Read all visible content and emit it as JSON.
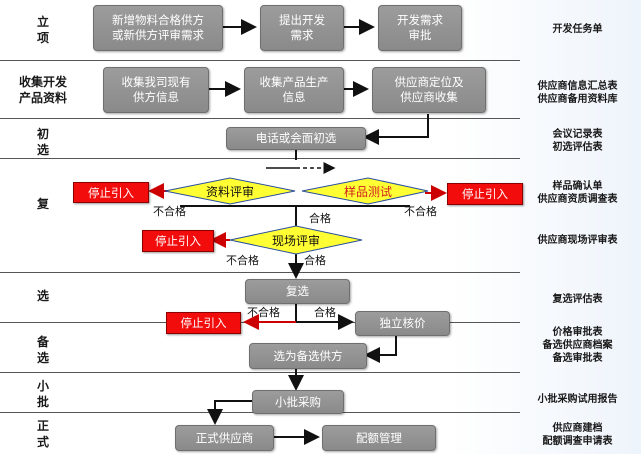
{
  "stages": {
    "s1": "立\n项",
    "s2": "收集开发\n产品资料",
    "s3": "初\n选",
    "s4": "复",
    "s5": "选",
    "s6": "备\n选",
    "s7": "小\n批",
    "s8": "正\n式"
  },
  "boxes": {
    "new_material": "新增物料合格供方\n或新供方评审需求",
    "propose": "提出开发\n需求",
    "approve": "开发需求\n审批",
    "collect_supplier": "收集我司现有\n供方信息",
    "collect_product": "收集产品生产\n信息",
    "position_supplier": "供应商定位及\n供应商收集",
    "prescreen": "电话或会面初选",
    "reselect": "复选",
    "price": "独立核价",
    "backup": "选为备选供方",
    "trial": "小批采购",
    "formal": "正式供应商",
    "quota": "配额管理"
  },
  "decisions": {
    "doc_review": "资料评审",
    "sample_test": "样品测试",
    "site_review": "现场评审"
  },
  "stops": {
    "stop_left": "停止引入",
    "stop_right": "停止引入",
    "stop_site": "停止引入",
    "stop_reselect": "停止引入"
  },
  "conditions": {
    "fail1": "不合格",
    "pass1": "合格",
    "fail2": "不合格",
    "fail3": "不合格",
    "pass3": "合格",
    "fail4": "不合格",
    "pass4": "合格"
  },
  "docs": {
    "d1": "开发任务单",
    "d2": "供应商信息汇总表\n供应商备用资料库",
    "d3": "会议记录表\n初选评估表",
    "d4": "样品确认单\n供应商资质调查表",
    "d5": "供应商现场评审表",
    "d6": "复选评估表",
    "d7": "价格审批表\n备选供应商档案\n备选审批表",
    "d8": "小批采购试用报告",
    "d9": "供应商建档\n配额调查申请表"
  },
  "colors": {
    "box_fill": "#939393",
    "stop_fill": "#f20c0c",
    "diamond_fill": "#ffff33",
    "arrow": "#111111",
    "fail_arrow": "#cc0000"
  }
}
